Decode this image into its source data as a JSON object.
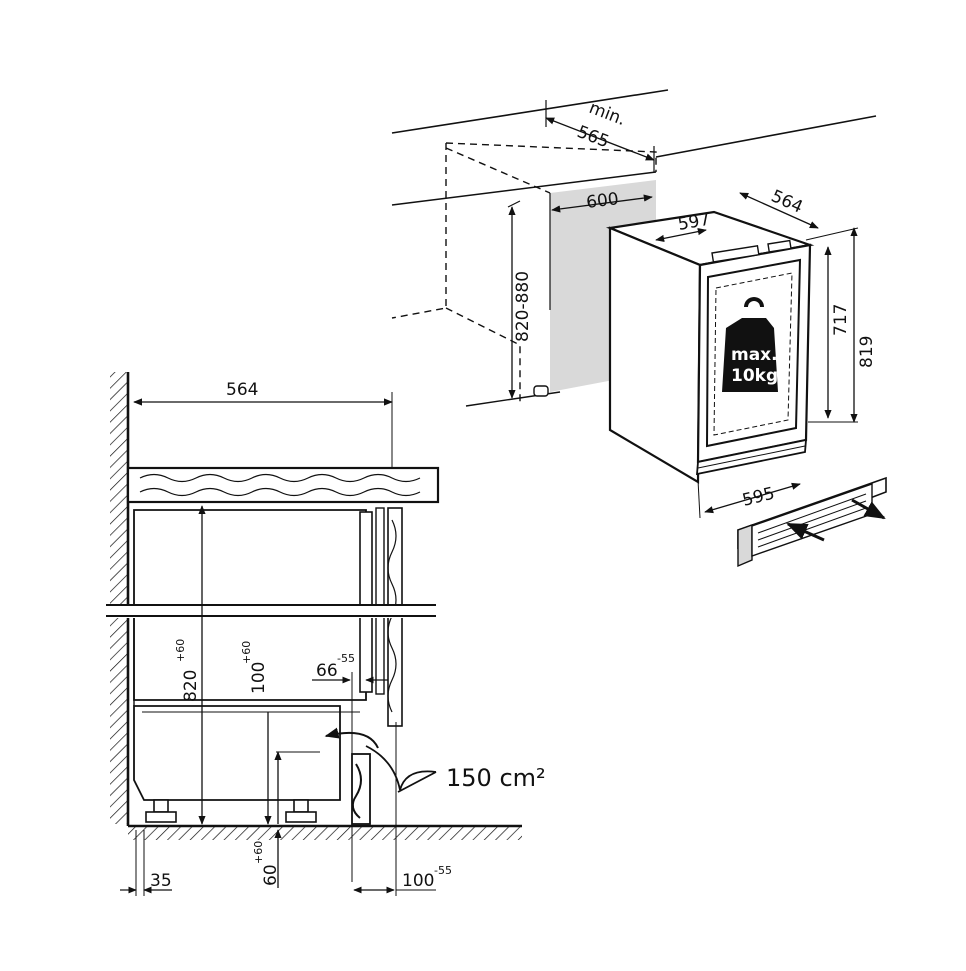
{
  "colors": {
    "ink": "#111111",
    "background": "#ffffff",
    "shade": "#d9d9d9"
  },
  "install_view": {
    "niche_depth": {
      "prefix": "min.",
      "value": "565"
    },
    "niche_width": "600",
    "niche_height": "820-880",
    "appliance_width_top": "597",
    "appliance_depth": "564",
    "appliance_width_bottom": "595",
    "door_height": "717",
    "appliance_height": "819",
    "shelf_load": {
      "line1": "max.",
      "line2": "10kg"
    },
    "icons": [
      "weight-icon",
      "airflow-arrows-icon"
    ]
  },
  "section_view": {
    "depth": "564",
    "height": {
      "value": "820",
      "tolerance": "+60"
    },
    "plinth_recess": {
      "value": "100",
      "tolerance": "+60"
    },
    "door_gap": {
      "value": "66",
      "tolerance": "-55"
    },
    "foot_height": {
      "value": "60",
      "tolerance": "+60"
    },
    "wall_gap": "35",
    "plinth_depth": {
      "value": "100",
      "tolerance": "-55"
    },
    "vent_area": {
      "value": "150",
      "unit": "cm²"
    }
  }
}
